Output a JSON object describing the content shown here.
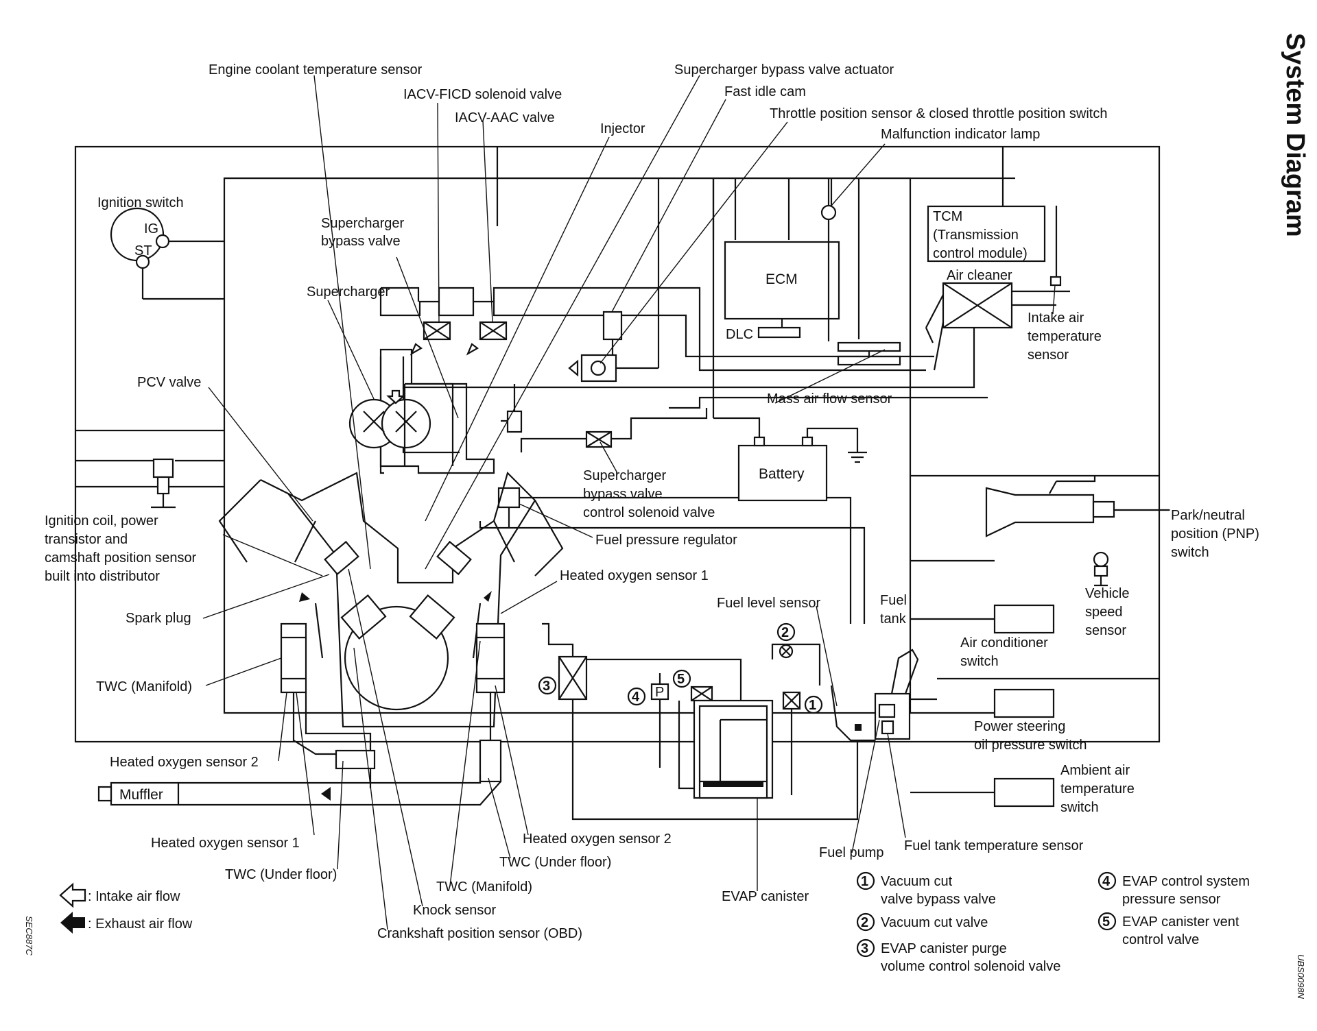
{
  "title": "System Diagram",
  "side_codes": {
    "left": "SEC887C",
    "right": "UBS0098N"
  },
  "labels": {
    "engine_coolant_temp_sensor": "Engine coolant temperature sensor",
    "iacv_ficd": "IACV-FICD solenoid valve",
    "iacv_aac": "IACV-AAC valve",
    "injector": "Injector",
    "sc_bypass_actuator": "Supercharger bypass valve actuator",
    "fast_idle_cam": "Fast idle cam",
    "tps": "Throttle position sensor & closed throttle position switch",
    "mil": "Malfunction indicator lamp",
    "ignition_switch": "Ignition switch",
    "ig": "IG",
    "st": "ST",
    "sc_bypass_valve_1": "Supercharger",
    "sc_bypass_valve_2": "bypass valve",
    "supercharger": "Supercharger",
    "tcm_1": "TCM",
    "tcm_2": "(Transmission",
    "tcm_3": "control module)",
    "ecm": "ECM",
    "dlc": "DLC",
    "air_cleaner": "Air cleaner",
    "iat_1": "Intake air",
    "iat_2": "temperature",
    "iat_3": "sensor",
    "pcv_valve": "PCV valve",
    "maf": "Mass air flow sensor",
    "battery": "Battery",
    "sc_bvcs_1": "Supercharger",
    "sc_bvcs_2": "bypass valve",
    "sc_bvcs_3": "control solenoid valve",
    "ign_coil_1": "Ignition coil, power",
    "ign_coil_2": "transistor and",
    "ign_coil_3": "camshaft position sensor",
    "ign_coil_4": "built into distributor",
    "fuel_pressure_regulator": "Fuel pressure regulator",
    "pnp_1": "Park/neutral",
    "pnp_2": "position (PNP)",
    "pnp_3": "switch",
    "ho2s1_right": "Heated oxygen sensor 1",
    "vss_1": "Vehicle",
    "vss_2": "speed",
    "vss_3": "sensor",
    "spark_plug": "Spark plug",
    "fuel_level_sensor": "Fuel level sensor",
    "fuel_tank_1": "Fuel",
    "fuel_tank_2": "tank",
    "ac_switch_1": "Air conditioner",
    "ac_switch_2": "switch",
    "twc_manifold_left": "TWC (Manifold)",
    "ps_switch_1": "Power steering",
    "ps_switch_2": "oil pressure switch",
    "ho2s2_left": "Heated oxygen sensor 2",
    "ambient_1": "Ambient air",
    "ambient_2": "temperature",
    "ambient_3": "switch",
    "muffler": "Muffler",
    "ho2s2_right": "Heated oxygen sensor 2",
    "ho2s1_left": "Heated oxygen sensor 1",
    "fuel_pump": "Fuel pump",
    "fuel_tank_temp": "Fuel tank temperature sensor",
    "twc_underfloor_right": "TWC (Under floor)",
    "twc_underfloor_left": "TWC (Under floor)",
    "twc_manifold_center": "TWC (Manifold)",
    "evap_canister": "EVAP canister",
    "knock_sensor": "Knock sensor",
    "crankshaft_sensor": "Crankshaft position sensor (OBD)",
    "intake_flow": ": Intake air flow",
    "exhaust_flow": ": Exhaust air flow"
  },
  "legend": [
    {
      "num": "1",
      "line1": "Vacuum cut",
      "line2": "valve bypass valve"
    },
    {
      "num": "2",
      "line1": "Vacuum cut valve",
      "line2": ""
    },
    {
      "num": "3",
      "line1": "EVAP canister purge",
      "line2": "volume control solenoid valve"
    },
    {
      "num": "4",
      "line1": "EVAP control system",
      "line2": "pressure sensor"
    },
    {
      "num": "5",
      "line1": "EVAP canister vent",
      "line2": "control valve"
    }
  ]
}
